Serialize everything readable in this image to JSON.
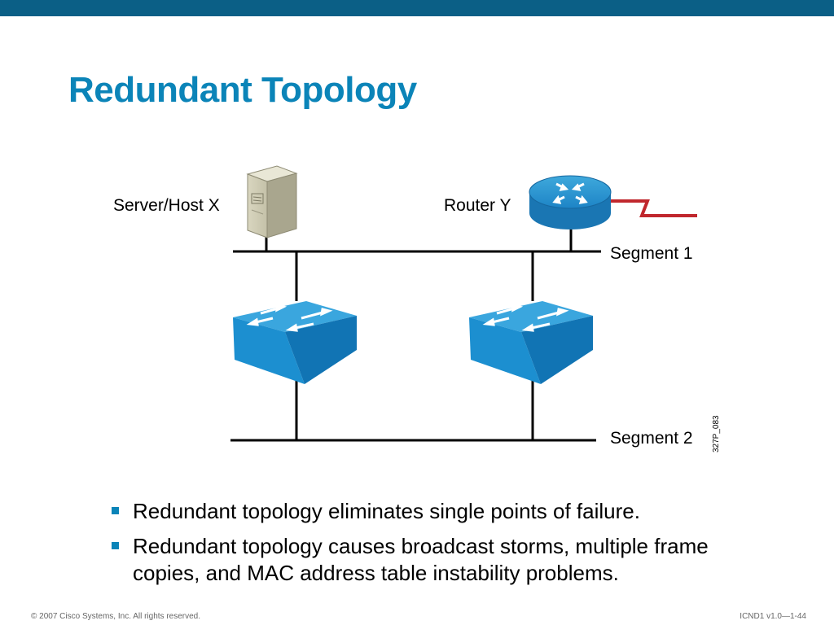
{
  "slide": {
    "title": "Redundant Topology",
    "accent_color": "#0b84b8",
    "bar_color": "#0b5f86"
  },
  "diagram": {
    "server_label": "Server/Host X",
    "router_label": "Router Y",
    "segment1_label": "Segment 1",
    "segment2_label": "Segment 2",
    "figure_code": "327P_083",
    "icons": [
      "server-icon",
      "router-icon",
      "switch-icon",
      "switch-icon",
      "wan-link-icon"
    ]
  },
  "bullets": [
    "Redundant topology eliminates single points of failure.",
    "Redundant topology causes broadcast storms, multiple frame copies, and MAC address table instability problems."
  ],
  "footer": {
    "copyright": "© 2007 Cisco Systems, Inc. All rights reserved.",
    "course_ref": "ICND1 v1.0—1-44"
  }
}
